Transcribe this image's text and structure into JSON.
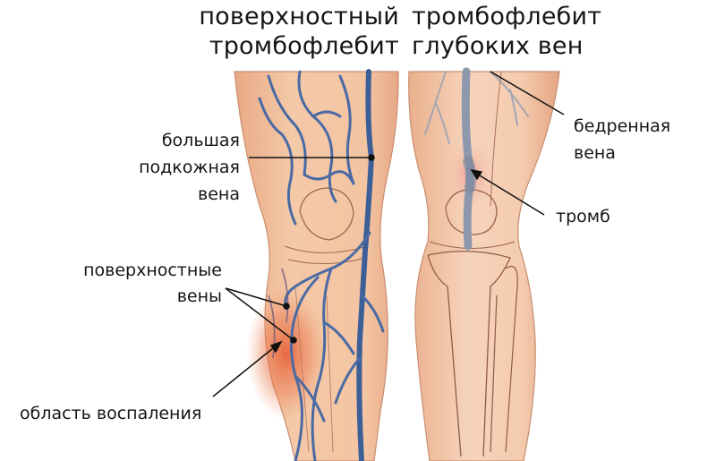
{
  "titles": {
    "left": {
      "line1": "поверхностный",
      "line2": "тромбофлебит"
    },
    "right": {
      "line1": "тромбофлебит",
      "line2": "глубоких вен"
    }
  },
  "labels": {
    "great_saphenous_vein": {
      "line1": "большая",
      "line2": "подкожная",
      "line3": "вена"
    },
    "superficial_veins": {
      "line1": "поверхностные",
      "line2": "вены"
    },
    "inflammation_area": {
      "line1": "область воспаления"
    },
    "femoral_vein": {
      "line1": "бедренная",
      "line2": "вена"
    },
    "thrombus": {
      "line1": "тромб"
    }
  },
  "colors": {
    "skin": "#f2c3a0",
    "skin_edge": "#e3a37e",
    "vein_blue": "#3d5f98",
    "deep_vein_gray": "#9aa3b5",
    "inflammation": "#e8643c",
    "outline": "#8a5a44"
  }
}
